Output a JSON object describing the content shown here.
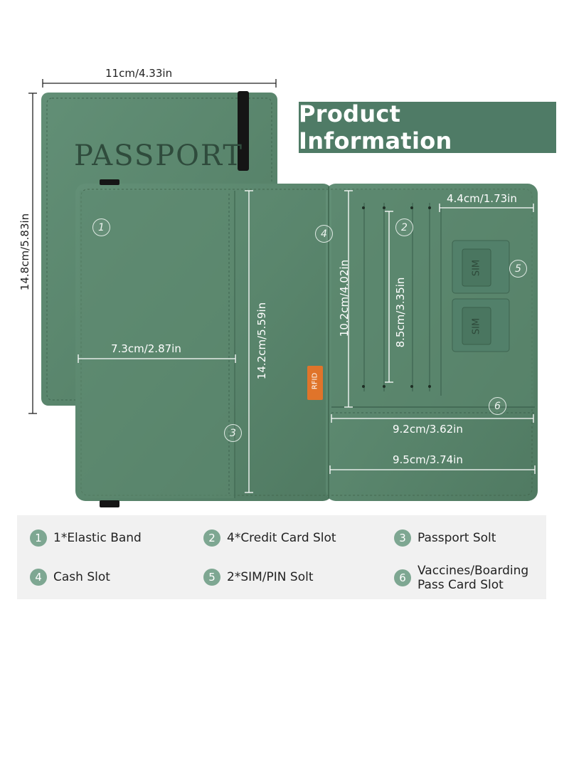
{
  "title": "Product Information",
  "colors": {
    "leather": "#5d8a71",
    "leather_dark": "#4a735d",
    "banner": "#4f7b66",
    "badge": "#7ea792",
    "rfid_tag": "#e0742a"
  },
  "cover": {
    "text": "PASSPORT",
    "width_label": "11cm/4.33in",
    "height_label": "14.8cm/5.83in"
  },
  "inner": {
    "pocket_width_label": "7.3cm/2.87in",
    "height_label": "14.2cm/5.59in",
    "card_area_height_label": "10.2cm/4.02in",
    "card_slot_height_label": "8.5cm/3.35in",
    "card_slot_width_label": "4.4cm/1.73in",
    "boarding_slot_width_label": "9.2cm/3.62in",
    "right_panel_width_label": "9.5cm/3.74in",
    "rfid_label": "RFID",
    "sim_label": "SIM"
  },
  "badges": [
    "1",
    "2",
    "3",
    "4",
    "5",
    "6"
  ],
  "legend": [
    {
      "num": "1",
      "text": "1*Elastic Band"
    },
    {
      "num": "2",
      "text": "4*Credit Card Slot"
    },
    {
      "num": "3",
      "text": "Passport Solt"
    },
    {
      "num": "4",
      "text": "Cash Slot"
    },
    {
      "num": "5",
      "text": "2*SIM/PIN Solt"
    },
    {
      "num": "6",
      "text": "Vaccines/Boarding\nPass Card Slot"
    }
  ]
}
